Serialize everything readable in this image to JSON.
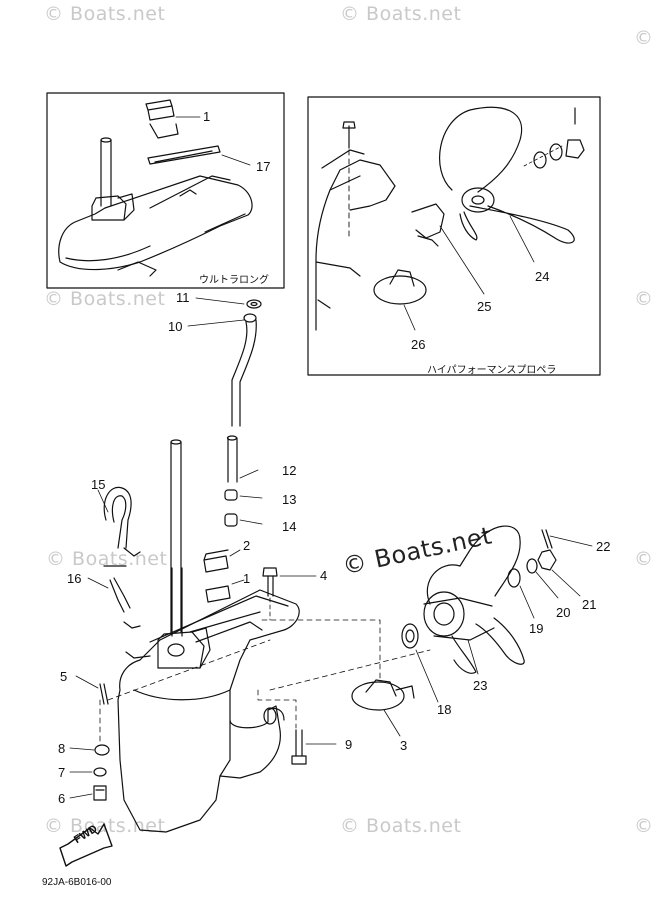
{
  "watermark": "© Boats.net",
  "watermark_center": "© Boats.net",
  "inset_left_caption": "ウルトラロング",
  "inset_right_caption": "ハイパフォーマンスプロペラ",
  "fwd_label": "FWD",
  "diagram_code": "92JA-6B016-00",
  "callouts": [
    "1",
    "17",
    "11",
    "10",
    "24",
    "25",
    "26",
    "12",
    "13",
    "14",
    "15",
    "2",
    "1",
    "4",
    "22",
    "16",
    "5",
    "21",
    "20",
    "19",
    "3",
    "23",
    "18",
    "9",
    "8",
    "7",
    "6"
  ]
}
